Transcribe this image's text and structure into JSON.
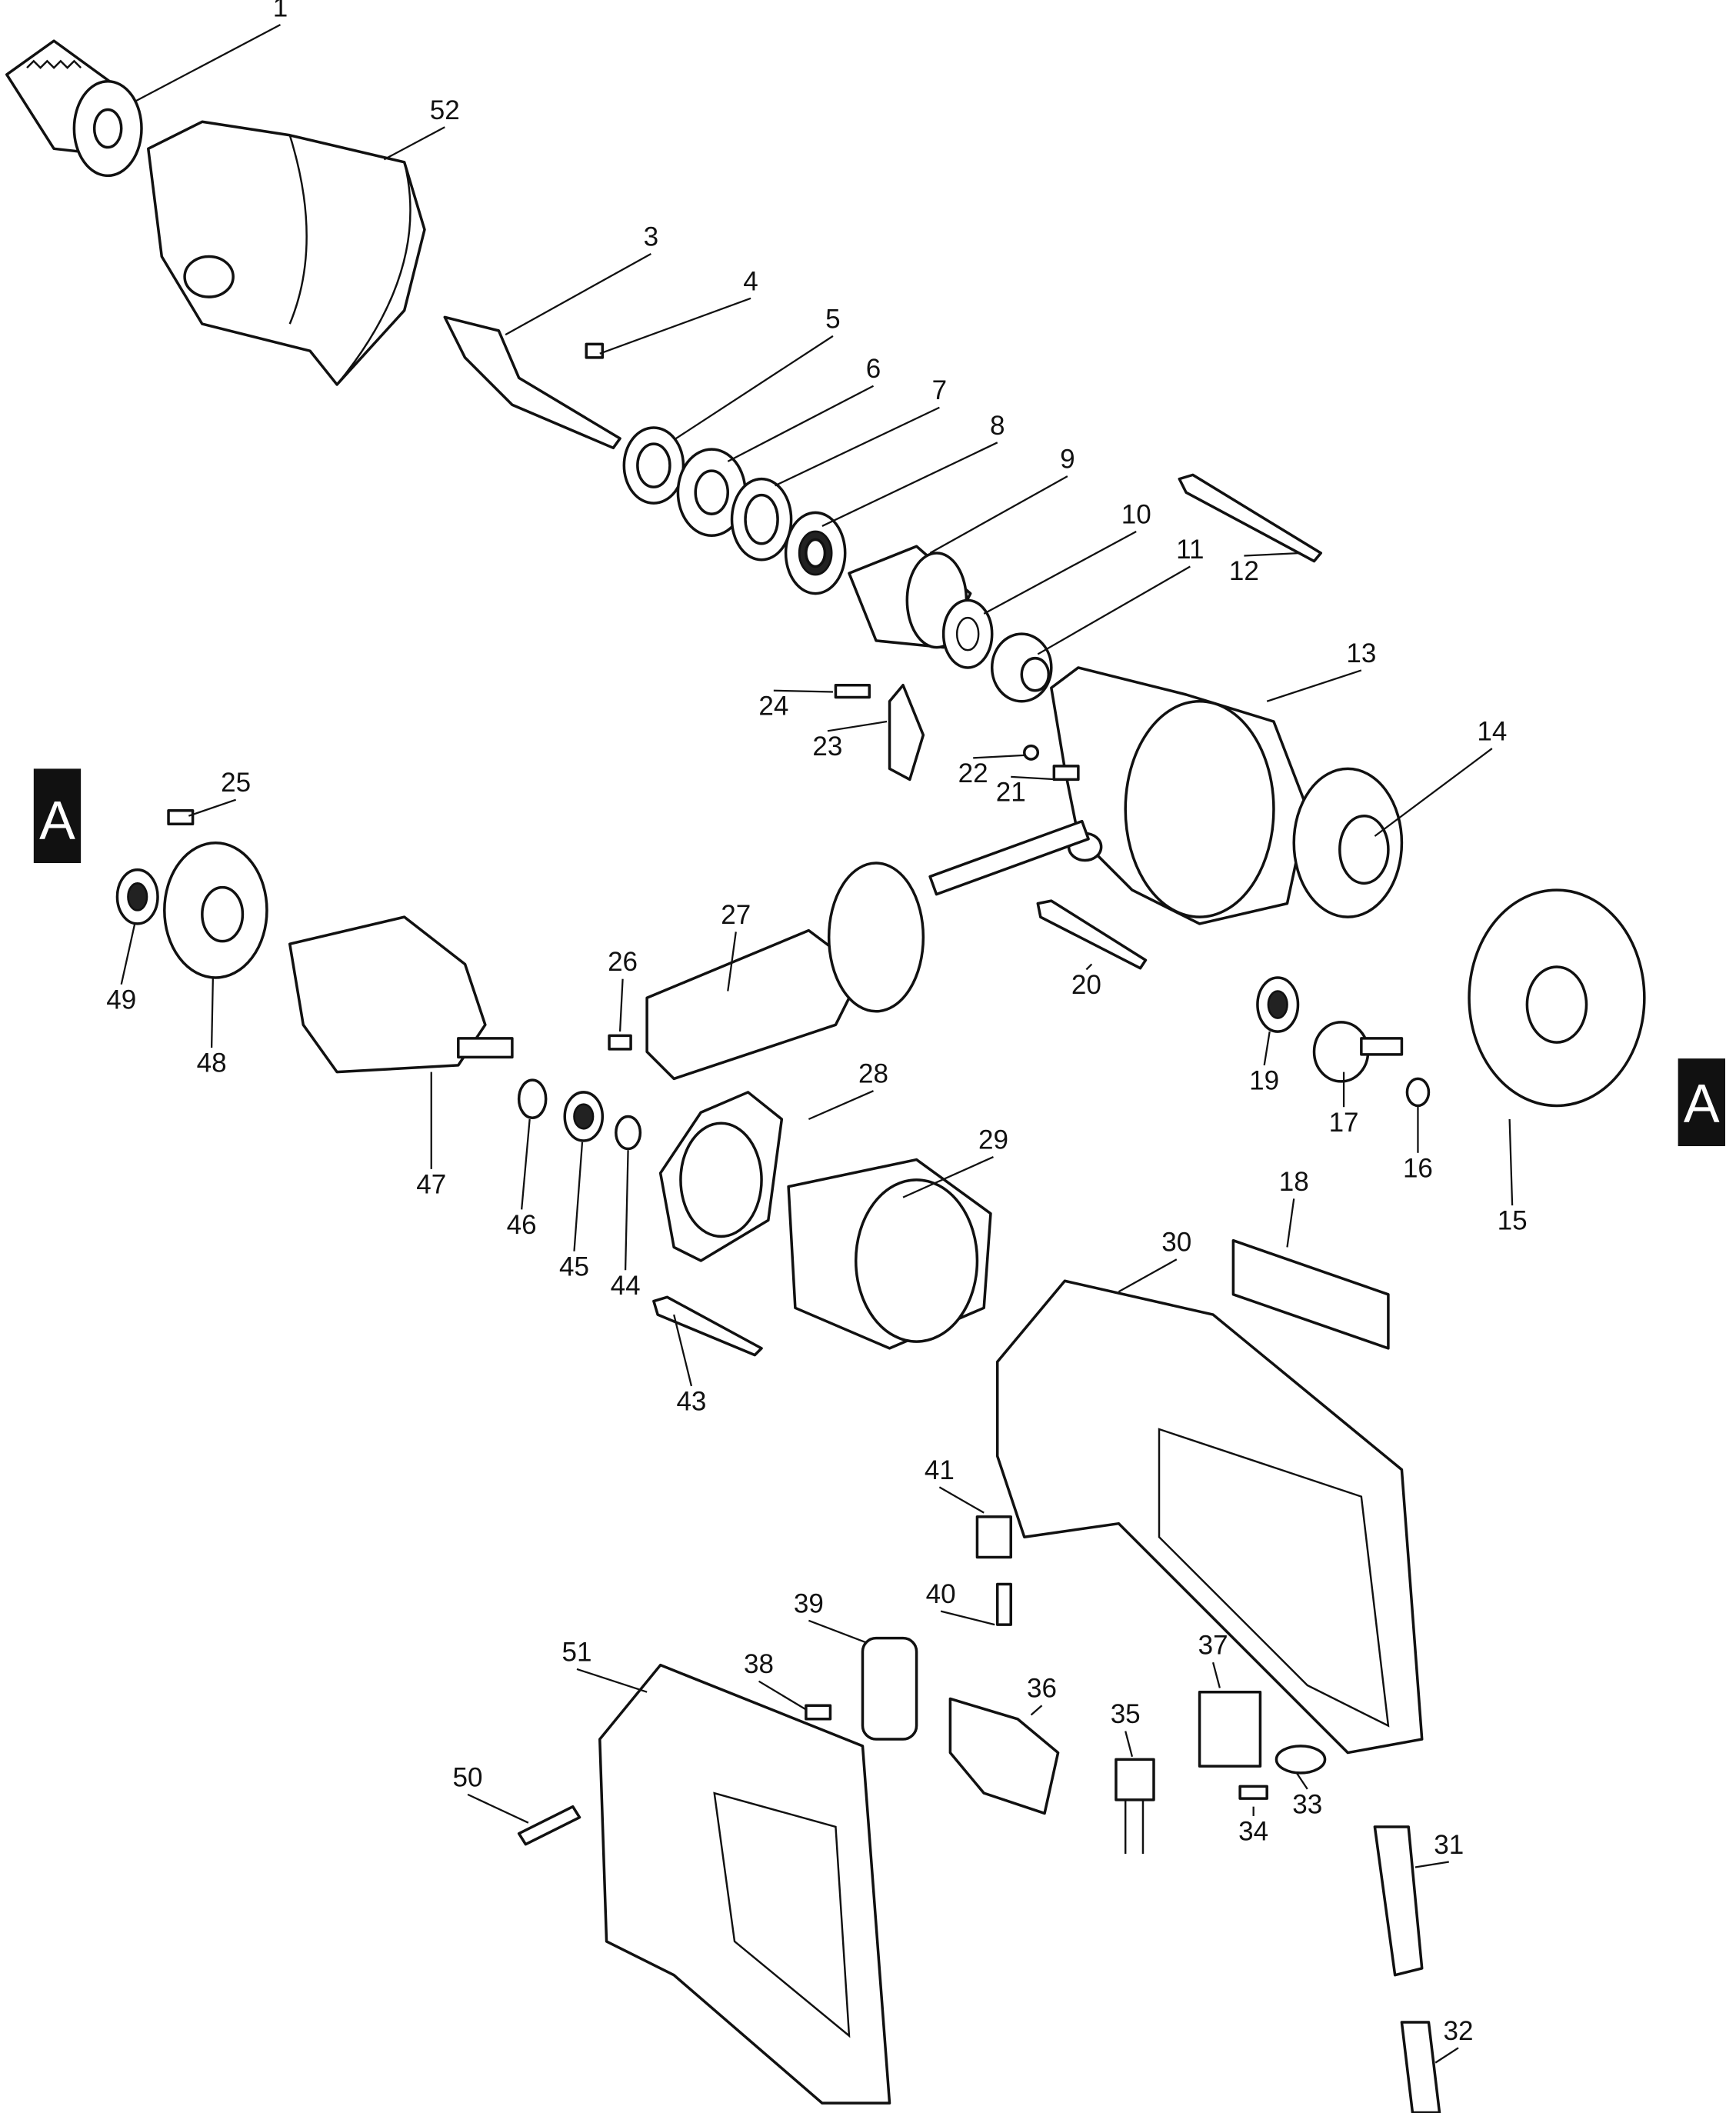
{
  "diagram": {
    "type": "exploded parts view",
    "callouts": [
      "1",
      "3",
      "4",
      "5",
      "6",
      "7",
      "8",
      "9",
      "10",
      "11",
      "12",
      "13",
      "14",
      "15",
      "16",
      "17",
      "18",
      "19",
      "20",
      "21",
      "22",
      "23",
      "24",
      "25",
      "26",
      "27",
      "28",
      "29",
      "30",
      "31",
      "32",
      "33",
      "34",
      "35",
      "36",
      "37",
      "38",
      "39",
      "40",
      "41",
      "43",
      "44",
      "45",
      "46",
      "47",
      "48",
      "49",
      "50",
      "51",
      "52"
    ],
    "section_markers": [
      "A",
      "A"
    ]
  }
}
